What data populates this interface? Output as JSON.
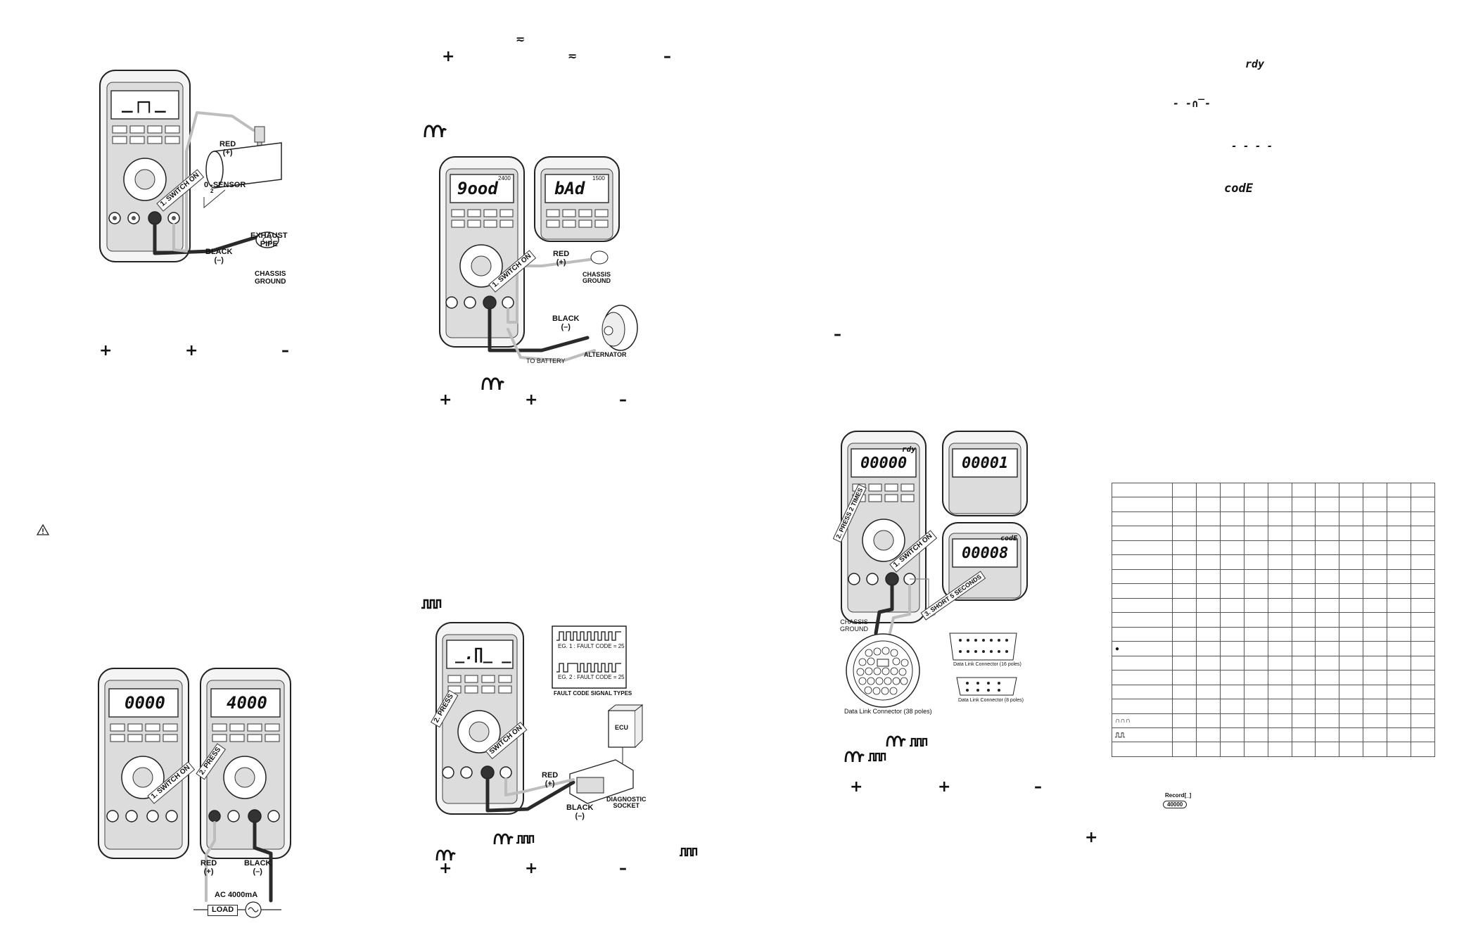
{
  "page": {
    "warning_icon": "warning-triangle-icon",
    "symbols": {
      "plus": "+",
      "minus": "–"
    }
  },
  "fig1": {
    "lcd": "_┌┐_",
    "labels": {
      "red": "RED",
      "red_sign": "(+)",
      "sensor_sub": "2",
      "sensor": "0  -SENSOR",
      "exhaust": "EXHAUST",
      "pipe": "PIPE",
      "black": "BLACK",
      "black_sign": "(–)",
      "chassis": "CHASSIS",
      "ground": "GROUND",
      "switch": "1. SWITCH ON"
    }
  },
  "fig2": {
    "lcd_left": "0000",
    "lcd_right": "4000",
    "labels": {
      "switch": "1. SWITCH ON",
      "press": "2. PRESS",
      "red": "RED",
      "red_sign": "(+)",
      "black": "BLACK",
      "black_sign": "(–)",
      "current": "AC 4000mA",
      "load": "LOAD"
    }
  },
  "fig3": {
    "lcd_left": "9ood",
    "lcd_right": "bAd",
    "small_left": "2400",
    "small_right": "1500",
    "labels": {
      "red": "RED",
      "red_sign": "(+)",
      "chassis": "CHASSIS",
      "ground": "GROUND",
      "black": "BLACK",
      "black_sign": "(–)",
      "battery": "TO BATTERY",
      "alternator": "ALTERNATOR",
      "switch": "1. SWITCH ON"
    }
  },
  "fig4": {
    "lcd": "_.∏_ _",
    "labels": {
      "eg1": "EG. 1 : FAULT CODE = 25",
      "eg2": "EG. 2 : FAULT CODE = 25",
      "types": "FAULT CODE SIGNAL TYPES",
      "ecu": "ECU",
      "red": "RED",
      "red_sign": "(+)",
      "black": "BLACK",
      "black_sign": "(–)",
      "diagnostic": "DIAGNOSTIC",
      "socket": "SOCKET",
      "press": "2. PRESS",
      "switch": "SWITCH ON"
    }
  },
  "fig5": {
    "lcd_main": "00000",
    "lcd_top_right": "00001",
    "lcd_bottom_right": "00008",
    "tag_main": "rdy",
    "tag_bottom": "codE",
    "labels": {
      "press": "2. PRESS 2 TIMES",
      "switch": "1. SWITCH ON",
      "short": "3. SHORT 5 SECONDS",
      "chassis": "CHASSIS",
      "ground": "GROUND",
      "dlc38": "Data Link Connector (38 poles)",
      "dlc16": "Data Link Connector (16 poles)",
      "dlc8": "Data Link Connector (8 poles)"
    }
  },
  "right_panel": {
    "codes": [
      "rdy",
      "- -∩̅-",
      "- - - -",
      "codE"
    ],
    "record_label": "Record[_]",
    "record_value": "40000"
  },
  "table": {
    "rows": 19,
    "cols": 12,
    "row_icons": {
      "11": "bulb-icon",
      "16": "coil-icon",
      "17": "pulse-icon"
    }
  }
}
